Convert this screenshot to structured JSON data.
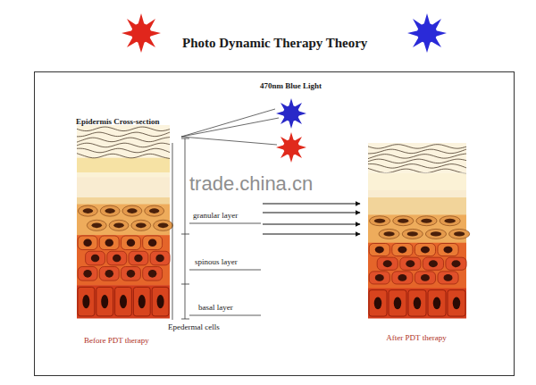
{
  "diagram": {
    "title": "Photo Dynamic Therapy Theory",
    "nodes": [
      {
        "text": [
          "Before PDT therapy"
        ]
      },
      {
        "text": [
          "After PDT therapy"
        ]
      }
    ],
    "edges": [
      {
        "from": 0,
        "to": 1,
        "arrow": "to"
      },
      {
        "from": 0,
        "to": 1,
        "arrow": "to"
      },
      {
        "from": 0,
        "to": 1,
        "arrow": "to"
      },
      {
        "from": 0,
        "to": 1,
        "arrow": "to"
      }
    ],
    "labels": [
      "470nm Blue Light",
      "Epidermis Cross-section",
      "granular layer",
      "spinous layer",
      "basal layer",
      "Epedermal cells",
      "trade.china.cn"
    ]
  }
}
